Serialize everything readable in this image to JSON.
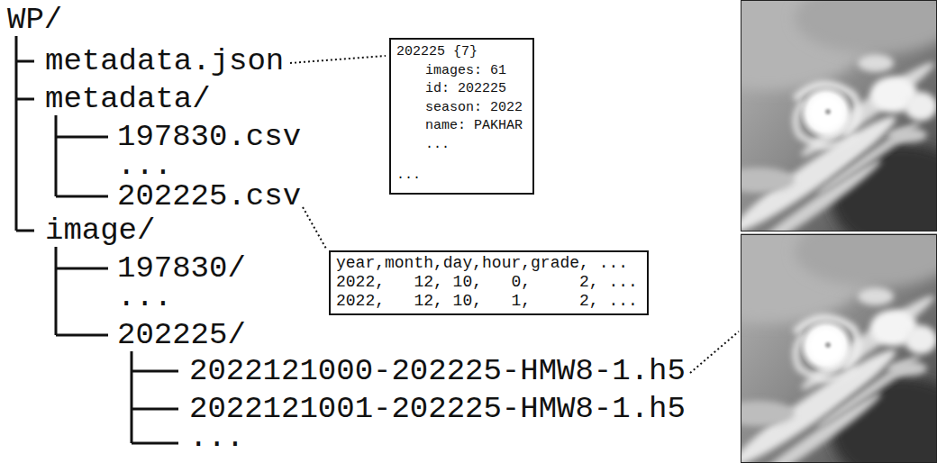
{
  "diagram": {
    "nodes": [
      {
        "text": [
          "202225 {7}",
          "images: 61",
          "id: 202225",
          "season: 2022",
          "name: PAKHAR",
          "...",
          "..."
        ]
      },
      {
        "text": [
          "year,month,day,hour,grade, ...",
          "2022,   12, 10,   0,     2, ...",
          "2022,   12, 10,   1,     2, ..."
        ]
      }
    ],
    "labels": [
      "WP/",
      "metadata.json",
      "metadata/",
      "197830.csv",
      "...",
      "202225.csv",
      "image/",
      "197830/",
      "...",
      "202225/",
      "2022121000-202225-HMW8-1.h5",
      "2022121001-202225-HMW8-1.h5",
      "..."
    ]
  }
}
